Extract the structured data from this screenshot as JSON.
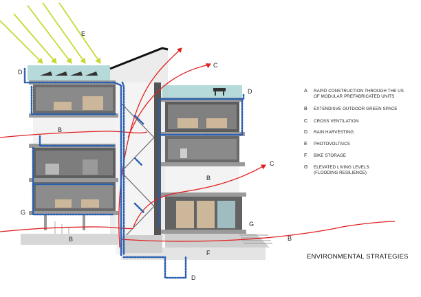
{
  "title": "ENVIRONMENTAL STRATEGIES",
  "legend": [
    {
      "letter": "A",
      "lines": [
        "RAPID CONSTRUCTION THROUGH THE US",
        "OF MODULAR PREFABRICATED UNITS"
      ]
    },
    {
      "letter": "B",
      "lines": [
        "EXTENDISVE OUTDOOR GREEN SPACE"
      ]
    },
    {
      "letter": "C",
      "lines": [
        "CROSS VENTILATION"
      ]
    },
    {
      "letter": "D",
      "lines": [
        "RAIN HARVESTING"
      ]
    },
    {
      "letter": "E",
      "lines": [
        "PHOTOVOLTAICS"
      ]
    },
    {
      "letter": "F",
      "lines": [
        "BIKE STORAGE"
      ]
    },
    {
      "letter": "G",
      "lines": [
        "ELEVATED LIVING LEVELS",
        "(FLOODING RESILIENCE)"
      ]
    }
  ],
  "labels": {
    "e_top": "E",
    "c_upper": "C",
    "c_middle": "C",
    "d_top_left": "D",
    "d_roof_right": "D",
    "d_bottom": "D",
    "b_left": "B",
    "b_middle": "B",
    "b_lower_left": "B",
    "b_right": "B",
    "g_left": "G",
    "g_right": "G",
    "f_ground": "F"
  },
  "colors": {
    "airflow": "#e02020",
    "rain": "#2a5fb0",
    "sun": "#c8d832",
    "glass": "#a8d4d2",
    "concrete": "#e6e6e6",
    "slab": "#9a9a9a",
    "interior": "#5a5a5a"
  }
}
